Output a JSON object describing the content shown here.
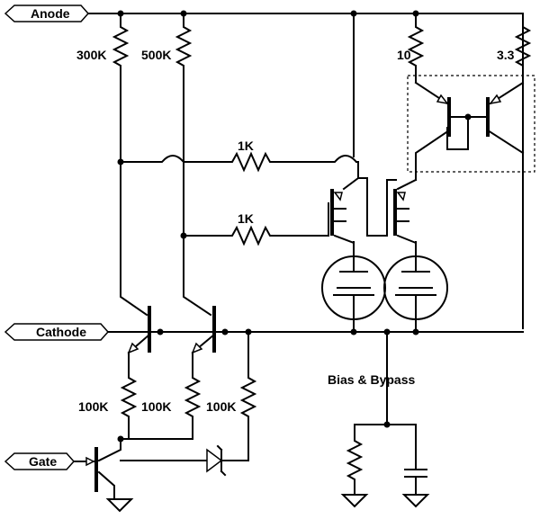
{
  "ports": {
    "anode": "Anode",
    "cathode": "Cathode",
    "gate": "Gate"
  },
  "resistors": {
    "r300k": "300K",
    "r500k": "500K",
    "r10": "10",
    "r3_3": "3.3",
    "r1k_top": "1K",
    "r1k_mid": "1K",
    "r100k_a": "100K",
    "r100k_b": "100K",
    "r100k_c": "100K"
  },
  "labels": {
    "bias_bypass": "Bias & Bypass"
  }
}
